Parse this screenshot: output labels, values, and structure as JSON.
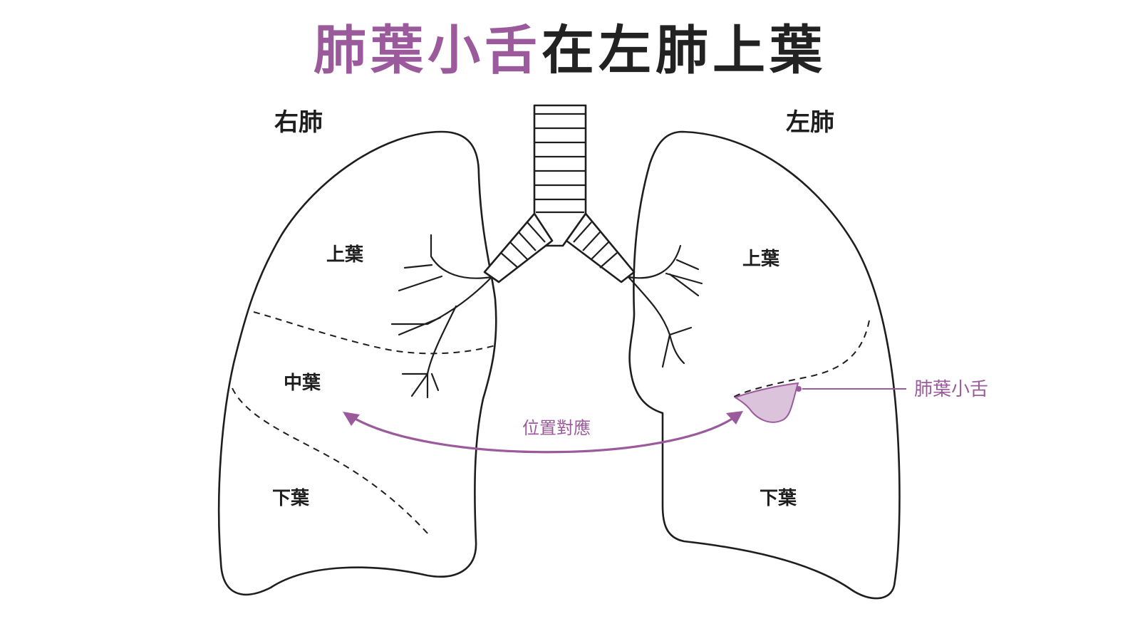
{
  "title": {
    "highlight": "肺葉小舌",
    "rest": "在左肺上葉"
  },
  "right_lung": {
    "heading": "右肺",
    "upper_lobe": "上葉",
    "middle_lobe": "中葉",
    "lower_lobe": "下葉"
  },
  "left_lung": {
    "heading": "左肺",
    "upper_lobe": "上葉",
    "lower_lobe": "下葉",
    "lingula_label": "肺葉小舌"
  },
  "correspondence_label": "位置對應",
  "colors": {
    "accent": "#9b5a9b",
    "lingula_fill": "#dcc3dc",
    "text": "#1e1e1e"
  }
}
